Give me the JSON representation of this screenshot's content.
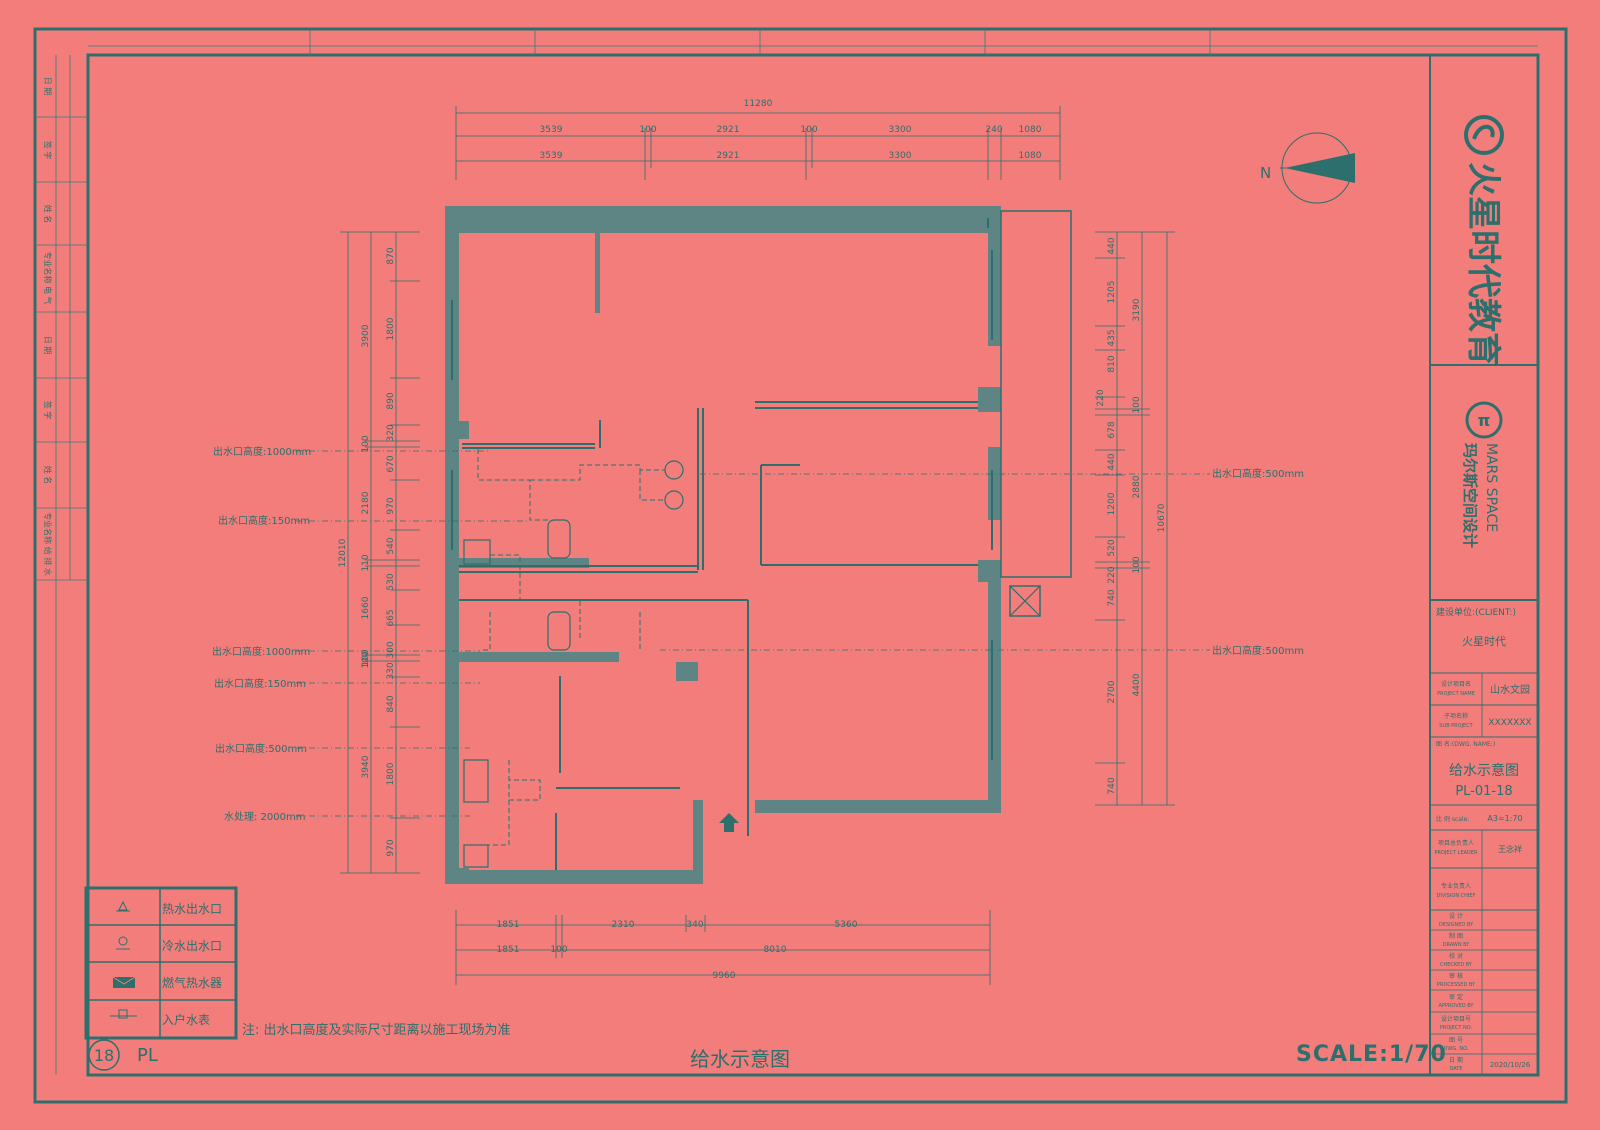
{
  "drawing": {
    "title": "给水示意图",
    "scale_text": "SCALE:1/70",
    "sheet_no": "18",
    "sheet_type": "PL",
    "north": "N",
    "note": "注: 出水口高度及实际尺寸距离以施工现场为准"
  },
  "dimensions": {
    "top_total": "11280",
    "top_row1": [
      "3539",
      "100",
      "2921",
      "100",
      "3300",
      "240",
      "1080"
    ],
    "top_row2": [
      "3539",
      "2921",
      "3300",
      "1080"
    ],
    "bottom_row1": [
      "1851",
      "2310",
      "340",
      "5360"
    ],
    "bottom_row2": [
      "1851",
      "100",
      "8010"
    ],
    "bottom_total": "9960",
    "left_outer": "12010",
    "left_mid": [
      "3900",
      "2180",
      "110",
      "1660",
      "100",
      "3940"
    ],
    "left_inner": [
      "870",
      "1800",
      "890",
      "320",
      "670",
      "970",
      "540",
      "530",
      "665",
      "300",
      "330",
      "840",
      "1800",
      "970"
    ],
    "left_small": [
      "100",
      "100"
    ],
    "right_inner": [
      "440",
      "1205",
      "435",
      "810",
      "220",
      "678",
      "440",
      "1200",
      "520",
      "220",
      "740",
      "2700",
      "740"
    ],
    "right_mid": [
      "3190",
      "100",
      "2880",
      "100",
      "4400"
    ],
    "right_outer": "10670"
  },
  "outlet_labels": {
    "left": [
      "出水口高度:1000mm",
      "出水口高度:150mm",
      "出水口高度:1000mm",
      "出水口高度:150mm",
      "出水口高度:500mm",
      "水处理: 2000mm"
    ],
    "right": [
      "出水口高度:500mm",
      "出水口高度:500mm"
    ]
  },
  "legend": [
    {
      "label": "热水出水口",
      "icon": "hot-water-outlet-icon"
    },
    {
      "label": "冷水出水口",
      "icon": "cold-water-outlet-icon"
    },
    {
      "label": "燃气热水器",
      "icon": "gas-water-heater-icon"
    },
    {
      "label": "入户水表",
      "icon": "water-meter-icon"
    }
  ],
  "title_block": {
    "brand_cn": "火星时代教育",
    "studio_cn": "玛尔斯空间设计",
    "studio_en": "MARS SPACE",
    "client_label": "建设单位:(CLIENT:)",
    "client": "火星时代",
    "project_name_label": "设计项目名",
    "project_name_label_en": "PROJECT NAME",
    "project_name": "山水文园",
    "sub_project_label": "子项名称",
    "sub_project_label_en": "SUB PROJECT",
    "sub_project": "XXXXXXX",
    "dwg_name_label": "图 名:(DWG. NAME:)",
    "dwg_name": "给水示意图",
    "dwg_no": "PL-01-18",
    "scale_label": "比 例 scale:",
    "scale": "A3=1:70",
    "leader_label": "项目总负责人",
    "leader_label_en": "PROJECT LEADER",
    "leader": "王念祥",
    "division_label": "专业负责人",
    "division_label_en": "DIVISION CHIEF",
    "rows": [
      {
        "cn": "设 计",
        "en": "DESIGNED BY"
      },
      {
        "cn": "制 图",
        "en": "DRAWN BY"
      },
      {
        "cn": "校 对",
        "en": "CHECKED BY"
      },
      {
        "cn": "审 核",
        "en": "PROCESSED BY"
      },
      {
        "cn": "审 定",
        "en": "APPROVED BY"
      },
      {
        "cn": "设计项目号",
        "en": "PROJECT NO."
      },
      {
        "cn": "图 号",
        "en": "DWG. NO."
      }
    ],
    "date_label": "日 期",
    "date_label_en": "DATE",
    "date": "2020/10/26"
  },
  "left_strip": [
    "日 期",
    "签 字",
    "姓 名",
    "专业名称 电 气",
    "日 期",
    "签 字",
    "姓 名",
    "专业名称 给 排 水"
  ],
  "colors": {
    "background": "#f37d7b",
    "ink": "#2c6f6c",
    "wall": "#5e8583"
  }
}
